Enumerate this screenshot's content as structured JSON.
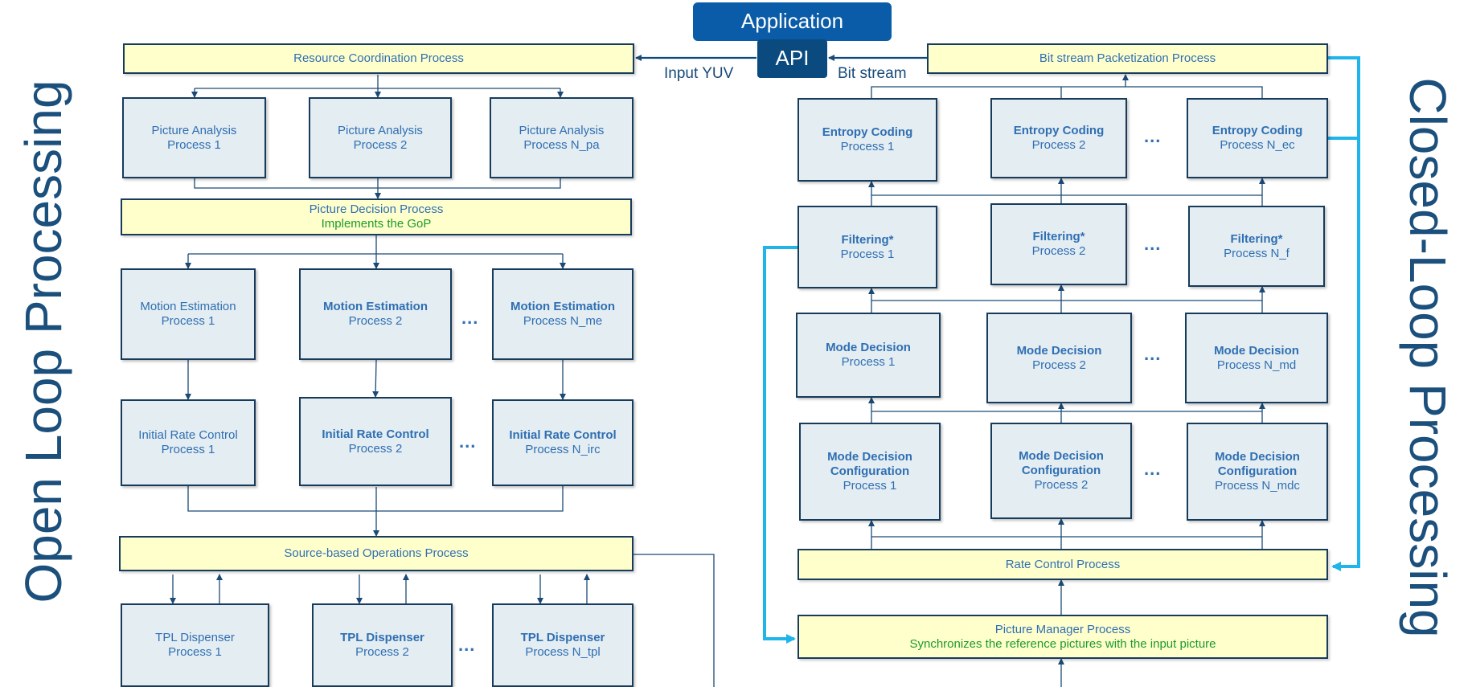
{
  "header": {
    "application": "Application",
    "api": "API",
    "input_yuv": "Input YUV",
    "bit_stream": "Bit stream"
  },
  "side_labels": {
    "open_loop": "Open Loop Processing",
    "closed_loop": "Closed-Loop Processing"
  },
  "ellipsis": "...",
  "open_loop": {
    "resource_coordination": "Resource Coordination Process",
    "picture_analysis": [
      {
        "title": "Picture Analysis",
        "sub": "Process 1"
      },
      {
        "title": "Picture Analysis",
        "sub": "Process 2"
      },
      {
        "title": "Picture Analysis",
        "sub": "Process N_pa"
      }
    ],
    "picture_decision": {
      "title": "Picture Decision Process",
      "sub": "Implements the GoP"
    },
    "motion_estimation": [
      {
        "title": "Motion Estimation",
        "sub": "Process 1"
      },
      {
        "title": "Motion Estimation",
        "sub": "Process 2"
      },
      {
        "title": "Motion Estimation",
        "sub": "Process N_me"
      }
    ],
    "initial_rate_control": [
      {
        "title": "Initial Rate Control",
        "sub": "Process 1"
      },
      {
        "title": "Initial Rate Control",
        "sub": "Process 2"
      },
      {
        "title": "Initial Rate Control",
        "sub": "Process N_irc"
      }
    ],
    "source_based": "Source-based Operations Process",
    "tpl_dispenser": [
      {
        "title": "TPL Dispenser",
        "sub": "Process 1"
      },
      {
        "title": "TPL Dispenser",
        "sub": "Process 2"
      },
      {
        "title": "TPL Dispenser",
        "sub": "Process N_tpl"
      }
    ]
  },
  "closed_loop": {
    "bitstream_packetization": "Bit stream Packetization Process",
    "entropy_coding": [
      {
        "title": "Entropy Coding",
        "sub": "Process 1"
      },
      {
        "title": "Entropy Coding",
        "sub": "Process 2"
      },
      {
        "title": "Entropy Coding",
        "sub": "Process N_ec"
      }
    ],
    "filtering": [
      {
        "title": "Filtering*",
        "sub": "Process 1"
      },
      {
        "title": "Filtering*",
        "sub": "Process 2"
      },
      {
        "title": "Filtering*",
        "sub": "Process N_f"
      }
    ],
    "mode_decision": [
      {
        "title": "Mode Decision",
        "sub": "Process 1"
      },
      {
        "title": "Mode Decision",
        "sub": "Process 2"
      },
      {
        "title": "Mode Decision",
        "sub": "Process N_md"
      }
    ],
    "mode_decision_configuration": [
      {
        "title": "Mode Decision Configuration",
        "sub": "Process 1"
      },
      {
        "title": "Mode Decision Configuration",
        "sub": "Process 2"
      },
      {
        "title": "Mode Decision Configuration",
        "sub": "Process N_mdc"
      }
    ],
    "rate_control": "Rate Control Process",
    "picture_manager": {
      "title": "Picture Manager Process",
      "sub": "Synchronizes the reference pictures with the input picture"
    }
  },
  "colors": {
    "box_fill": "#e4edf2",
    "bar_fill": "#ffffcc",
    "border": "#173b5b",
    "text_blue": "#2f6fb3",
    "text_green": "#1a9a2a",
    "cyan_feedback": "#1fb4ea",
    "app_blue": "#0b5ca8"
  }
}
